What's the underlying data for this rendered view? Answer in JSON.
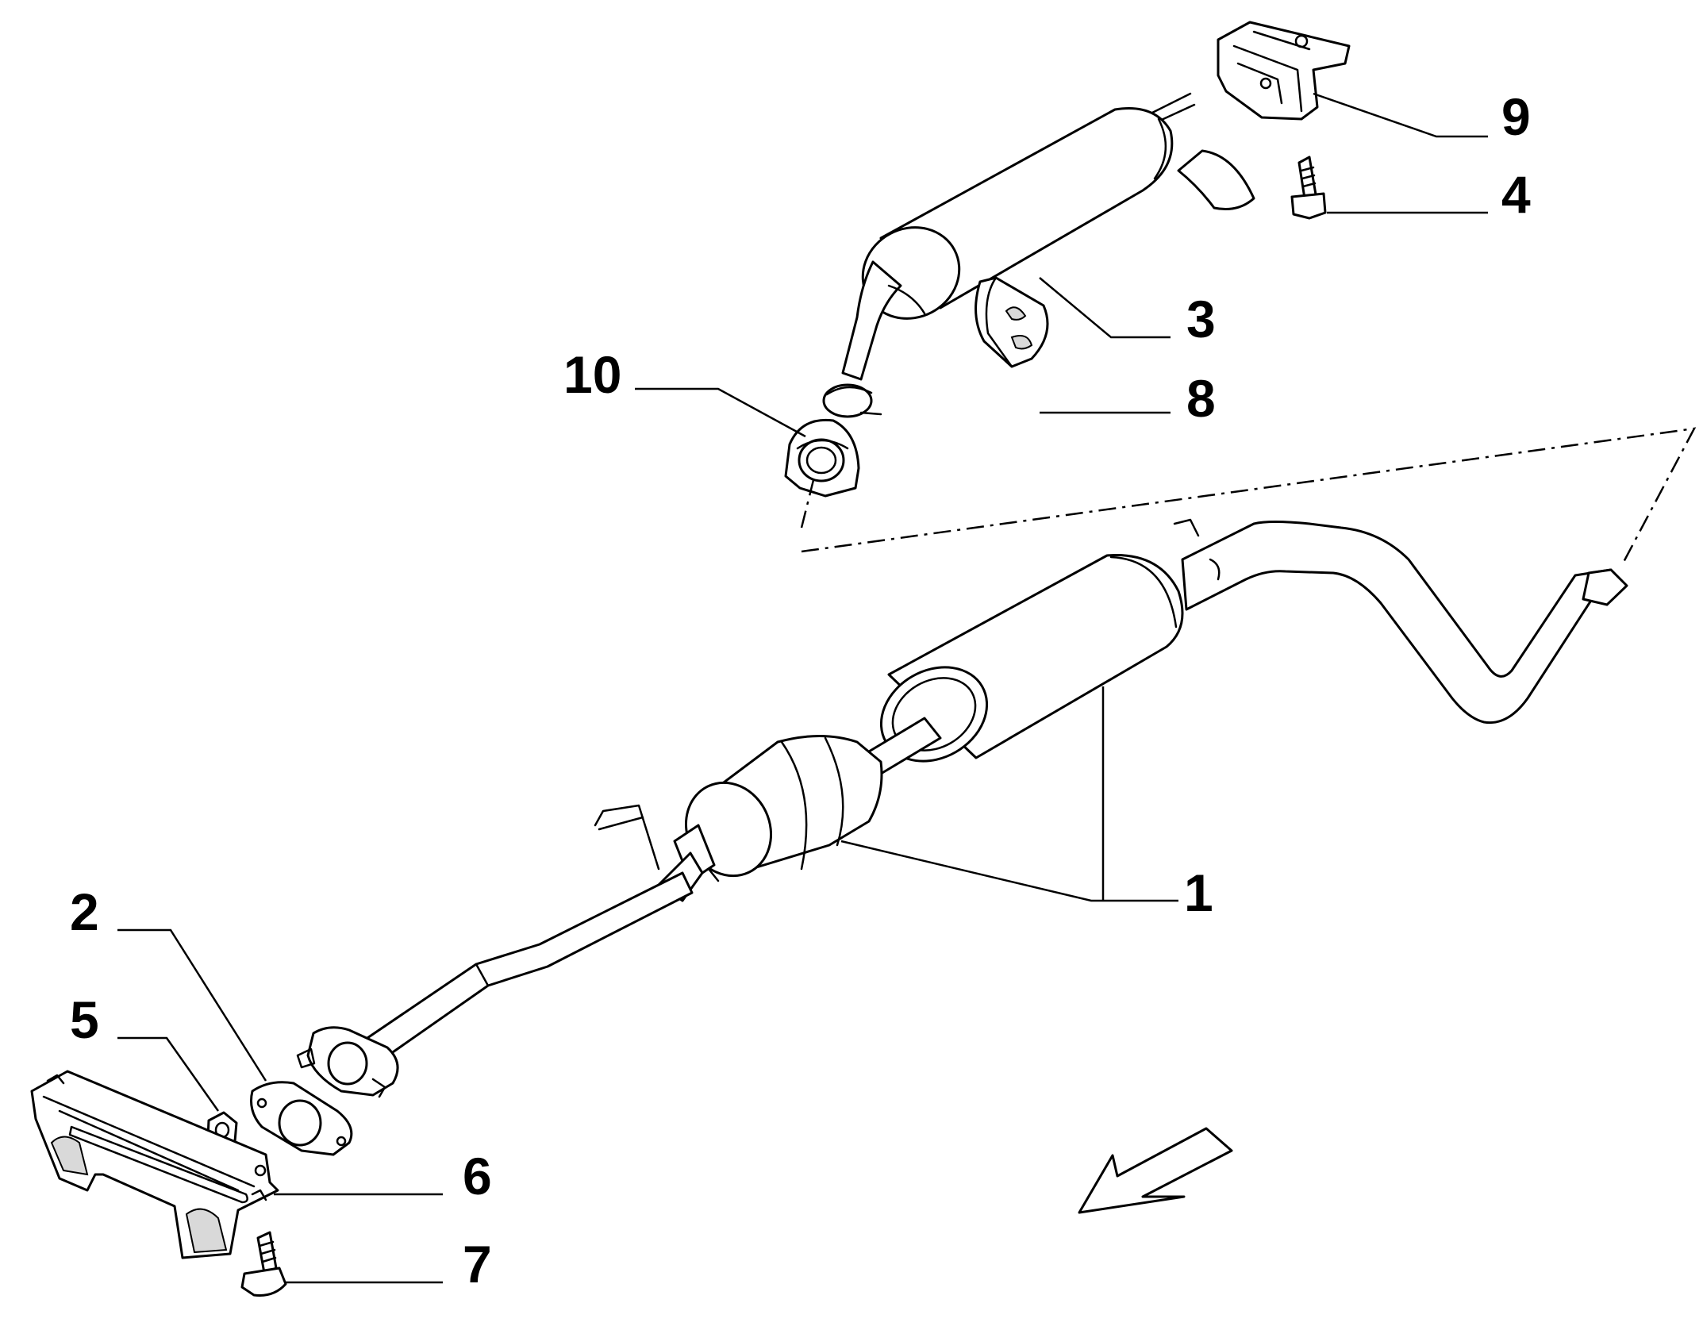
{
  "callouts": {
    "c1": "1",
    "c2": "2",
    "c3": "3",
    "c4": "4",
    "c5": "5",
    "c6": "6",
    "c7": "7",
    "c8": "8",
    "c9": "9",
    "c10": "10"
  },
  "colors": {
    "line": "#000000",
    "fill": "#ffffff",
    "shade": "#d9d9d9"
  },
  "icons": {
    "direction_arrow": "front-direction-arrow-icon"
  }
}
